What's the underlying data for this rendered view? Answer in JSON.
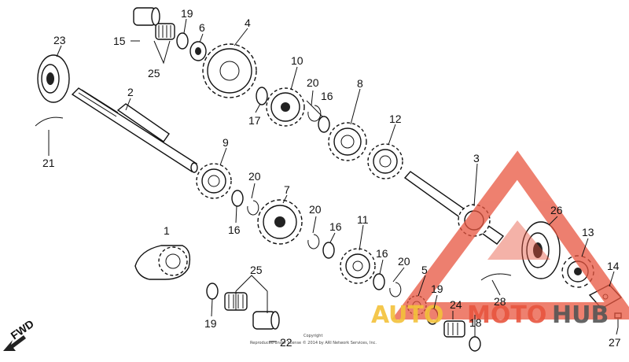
{
  "labels": {
    "p1": "1",
    "p2": "2",
    "p3": "3",
    "p4": "4",
    "p5": "5",
    "p6": "6",
    "p7": "7",
    "p8": "8",
    "p9": "9",
    "p10": "10",
    "p11": "11",
    "p12": "12",
    "p13": "13",
    "p14": "14",
    "p15": "15",
    "p16a": "16",
    "p16b": "16",
    "p16c": "16",
    "p16d": "16",
    "p17": "17",
    "p18": "18",
    "p19a": "19",
    "p19b": "19",
    "p19c": "19",
    "p20a": "20",
    "p20b": "20",
    "p20c": "20",
    "p20d": "20",
    "p21": "21",
    "p22": "22",
    "p23": "23",
    "p24": "24",
    "p25a": "25",
    "p25b": "25",
    "p26": "26",
    "p27": "27",
    "p28": "28"
  },
  "fwd_label": "FWD",
  "copyright": {
    "line1": "Copyright",
    "line2": "Reproduced under license © 2014 by ARI Network Services, Inc."
  },
  "watermark": {
    "text_a": "A",
    "text_uto": "UTO",
    "text_moto": "MOTO",
    "text_hub": "HUB",
    "colors": {
      "red": "#e8553f",
      "yellow": "#f3c23a",
      "dark": "#555555"
    }
  }
}
